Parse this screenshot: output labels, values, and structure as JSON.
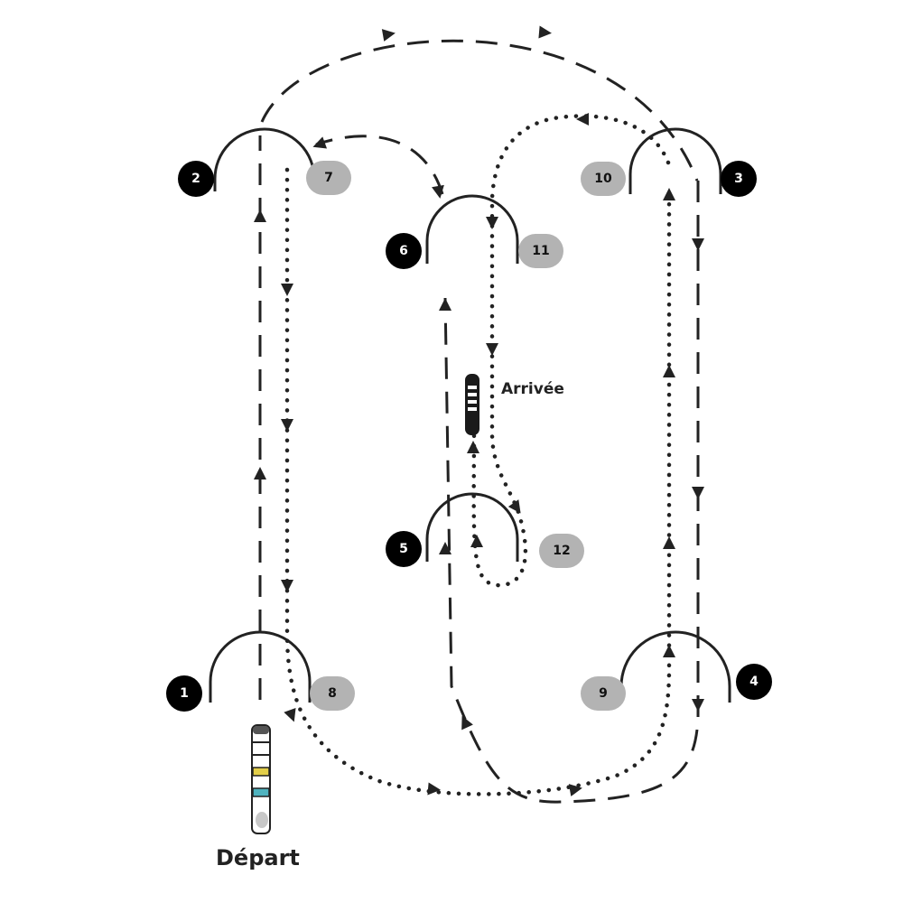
{
  "title_start": "Départ",
  "title_finish": "Arrivée",
  "obstacles": [
    {
      "first_pass": "1",
      "second_pass": "8"
    },
    {
      "first_pass": "2",
      "second_pass": "7"
    },
    {
      "first_pass": "3",
      "second_pass": "10"
    },
    {
      "first_pass": "4",
      "second_pass": "9"
    },
    {
      "first_pass": "5",
      "second_pass": "12"
    },
    {
      "first_pass": "6",
      "second_pass": "11"
    }
  ],
  "colors": {
    "line": "#222222",
    "primary_badge": "#000000",
    "secondary_badge": "#b3b3b3",
    "yellow": "#e3cf4a",
    "teal": "#4fb3bf"
  }
}
